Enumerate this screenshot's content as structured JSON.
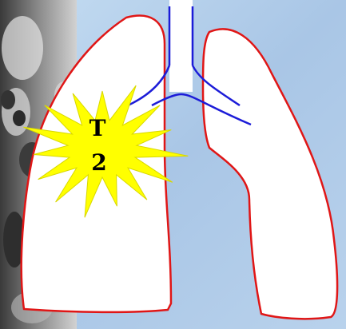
{
  "tumor": {
    "label_line1": "T",
    "label_line2": "2"
  },
  "colors": {
    "background_sky": "#a9c6e6",
    "background_sky_light": "#d5e7f6",
    "ct_scan_gray": "#7d7d7d",
    "lung_fill": "#ffffff",
    "lung_outline": "#e01616",
    "airway_lines": "#1c1cd8",
    "tumor_fill": "#ffff00"
  },
  "icons": [
    "ct-scan-background",
    "lung-left",
    "lung-right",
    "trachea",
    "bronchi",
    "tumor-starburst"
  ]
}
